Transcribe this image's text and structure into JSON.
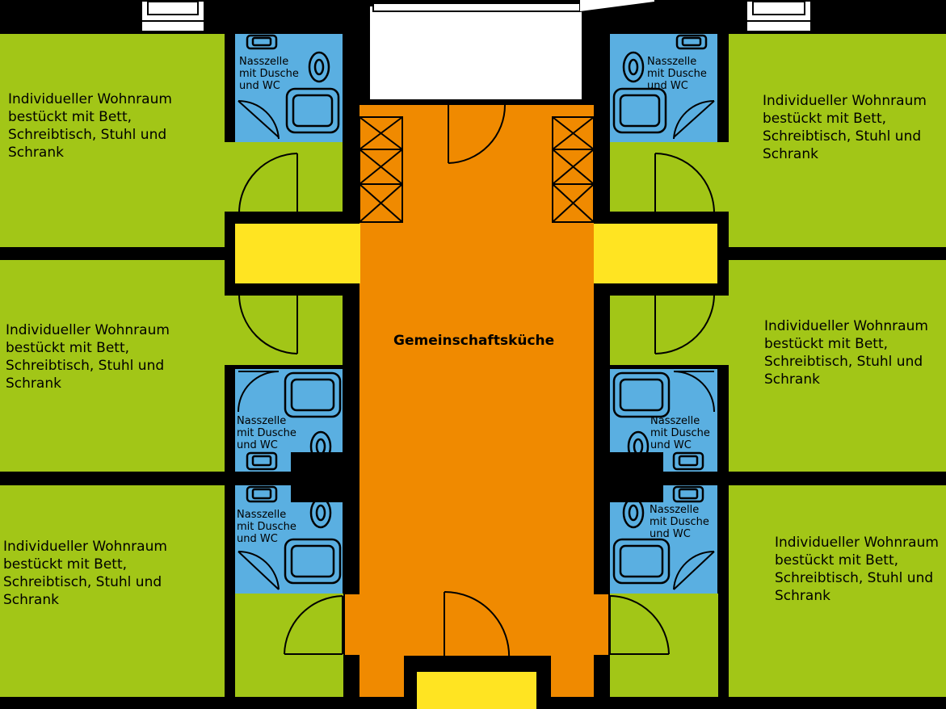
{
  "title": "",
  "rooms": [
    {
      "label": "Individueller Wohnraum\nbestückt mit Bett,\nSchreibtisch, Stuhl und\nSchrank"
    },
    {
      "label": "Individueller Wohnraum\nbestückt mit Bett,\nSchreibtisch, Stuhl und\nSchrank"
    },
    {
      "label": "Individueller Wohnraum\nbestückt mit Bett,\nSchreibtisch, Stuhl und\nSchrank"
    },
    {
      "label": "Individueller Wohnraum\nbestückt mit Bett,\nSchreibtisch, Stuhl und\nSchrank"
    },
    {
      "label": "Individueller Wohnraum\nbestückt mit Bett,\nSchreibtisch, Stuhl und\nSchrank"
    },
    {
      "label": "Individueller Wohnraum\nbestückt mit Bett,\nSchreibtisch, Stuhl und\nSchrank"
    }
  ],
  "wet_cells": [
    {
      "label": "Nasszelle\nmit Dusche\nund WC"
    },
    {
      "label": "Nasszelle\nmit Dusche\nund WC"
    },
    {
      "label": "Nasszelle\nmit Dusche\nund WC"
    },
    {
      "label": "Nasszelle\nmit Dusche\nund WC"
    },
    {
      "label": "Nasszelle\nmit Dusche\nund WC"
    },
    {
      "label": "Nasszelle\nmit Dusche\nund WC"
    }
  ],
  "kitchen": {
    "label": "Gemeinschaftsküche"
  },
  "colors": {
    "walls": "#000000",
    "room": "#a2c617",
    "wet_cell": "#5aafe1",
    "kitchen": "#f08a00",
    "hallway": "#ffe422",
    "window": "#ffffff"
  },
  "icons": [
    "door-swing-icon",
    "toilet-icon",
    "shower-tray-icon",
    "sink-icon",
    "cabinet-cross-icon",
    "window-icon"
  ]
}
